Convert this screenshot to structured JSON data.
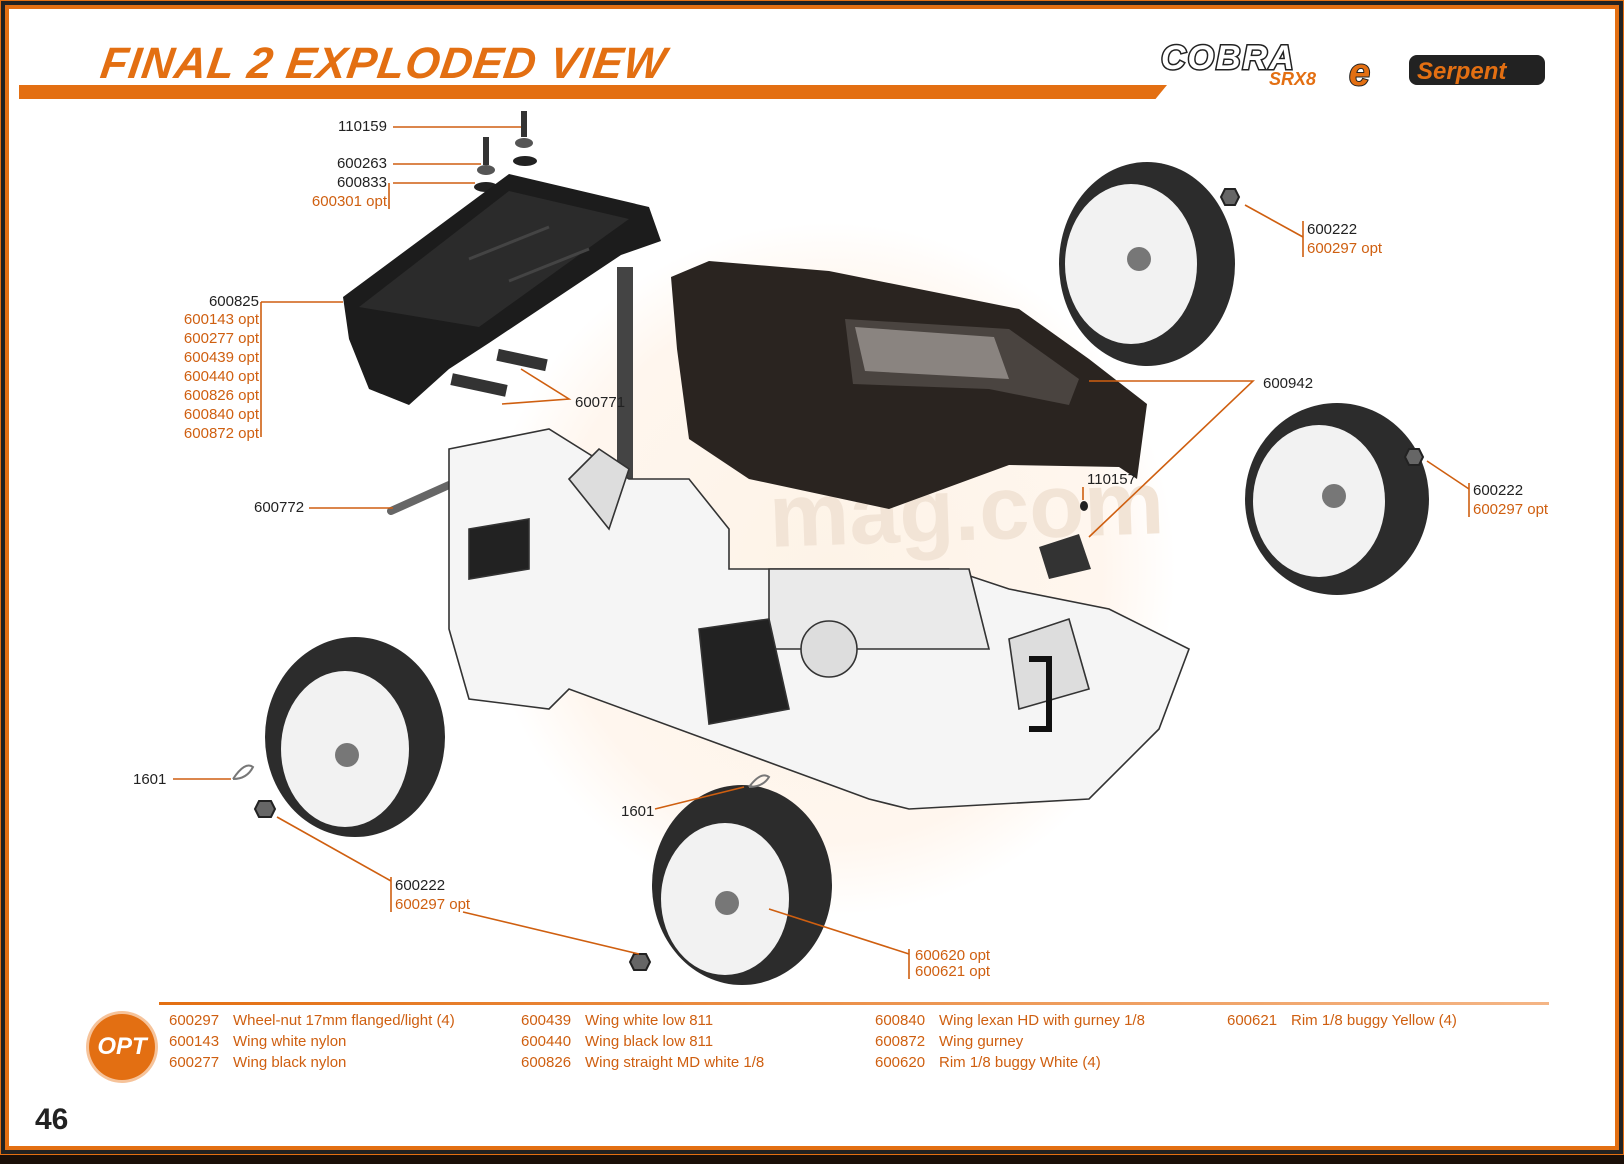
{
  "header": {
    "title": "FINAL 2 EXPLODED VIEW",
    "brand_cobra": "COBRA",
    "brand_model": "SRX8",
    "brand_suffix": "e",
    "brand_serpent": "Serpent"
  },
  "watermark": "mag.com",
  "callouts": {
    "c110159": "110159",
    "c600263": "600263",
    "c600833": "600833",
    "c600301": "600301 opt",
    "c600825": "600825",
    "c600143": "600143 opt",
    "c600277": "600277 opt",
    "c600439": "600439 opt",
    "c600440": "600440 opt",
    "c600826": "600826 opt",
    "c600840": "600840 opt",
    "c600872": "600872 opt",
    "c600771": "600771",
    "c600772": "600772",
    "c600942": "600942",
    "c110157": "110157",
    "rr_600222": "600222",
    "rr_600297": "600297 opt",
    "fr_600222": "600222",
    "fr_600297": "600297 opt",
    "c1601_left": "1601",
    "c1601_mid": "1601",
    "bl_600222": "600222",
    "bl_600297": "600297 opt",
    "c600620": "600620 opt",
    "c600621": "600621 opt"
  },
  "legend": {
    "badge": "OPT",
    "items": [
      {
        "code": "600297",
        "desc": "Wheel-nut 17mm flanged/light (4)"
      },
      {
        "code": "600143",
        "desc": "Wing white nylon"
      },
      {
        "code": "600277",
        "desc": "Wing black nylon"
      },
      {
        "code": "600439",
        "desc": "Wing white low 811"
      },
      {
        "code": "600440",
        "desc": "Wing black low 811"
      },
      {
        "code": "600826",
        "desc": "Wing straight MD white  1/8"
      },
      {
        "code": "600840",
        "desc": "Wing lexan HD with gurney  1/8"
      },
      {
        "code": "600872",
        "desc": "Wing gurney"
      },
      {
        "code": "600620",
        "desc": "Rim 1/8 buggy White (4)"
      },
      {
        "code": "600621",
        "desc": "Rim 1/8 buggy Yellow (4)"
      }
    ]
  },
  "page_number": "46",
  "colors": {
    "accent": "#e36f12",
    "opt_text": "#cf5f10",
    "text": "#222222"
  }
}
